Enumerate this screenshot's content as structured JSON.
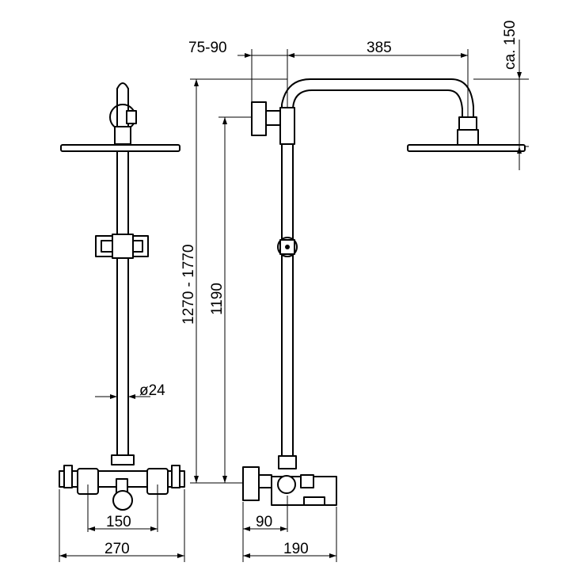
{
  "dimensions": {
    "head_offset": "75-90",
    "arm_length": "385",
    "head_drop": "ca. 150",
    "height_range": "1270 - 1770",
    "bar_height": "1190",
    "pipe_diameter": "ø24",
    "center_distance": "150",
    "mixer_width": "270",
    "wall_projection": "90",
    "total_depth": "190"
  }
}
